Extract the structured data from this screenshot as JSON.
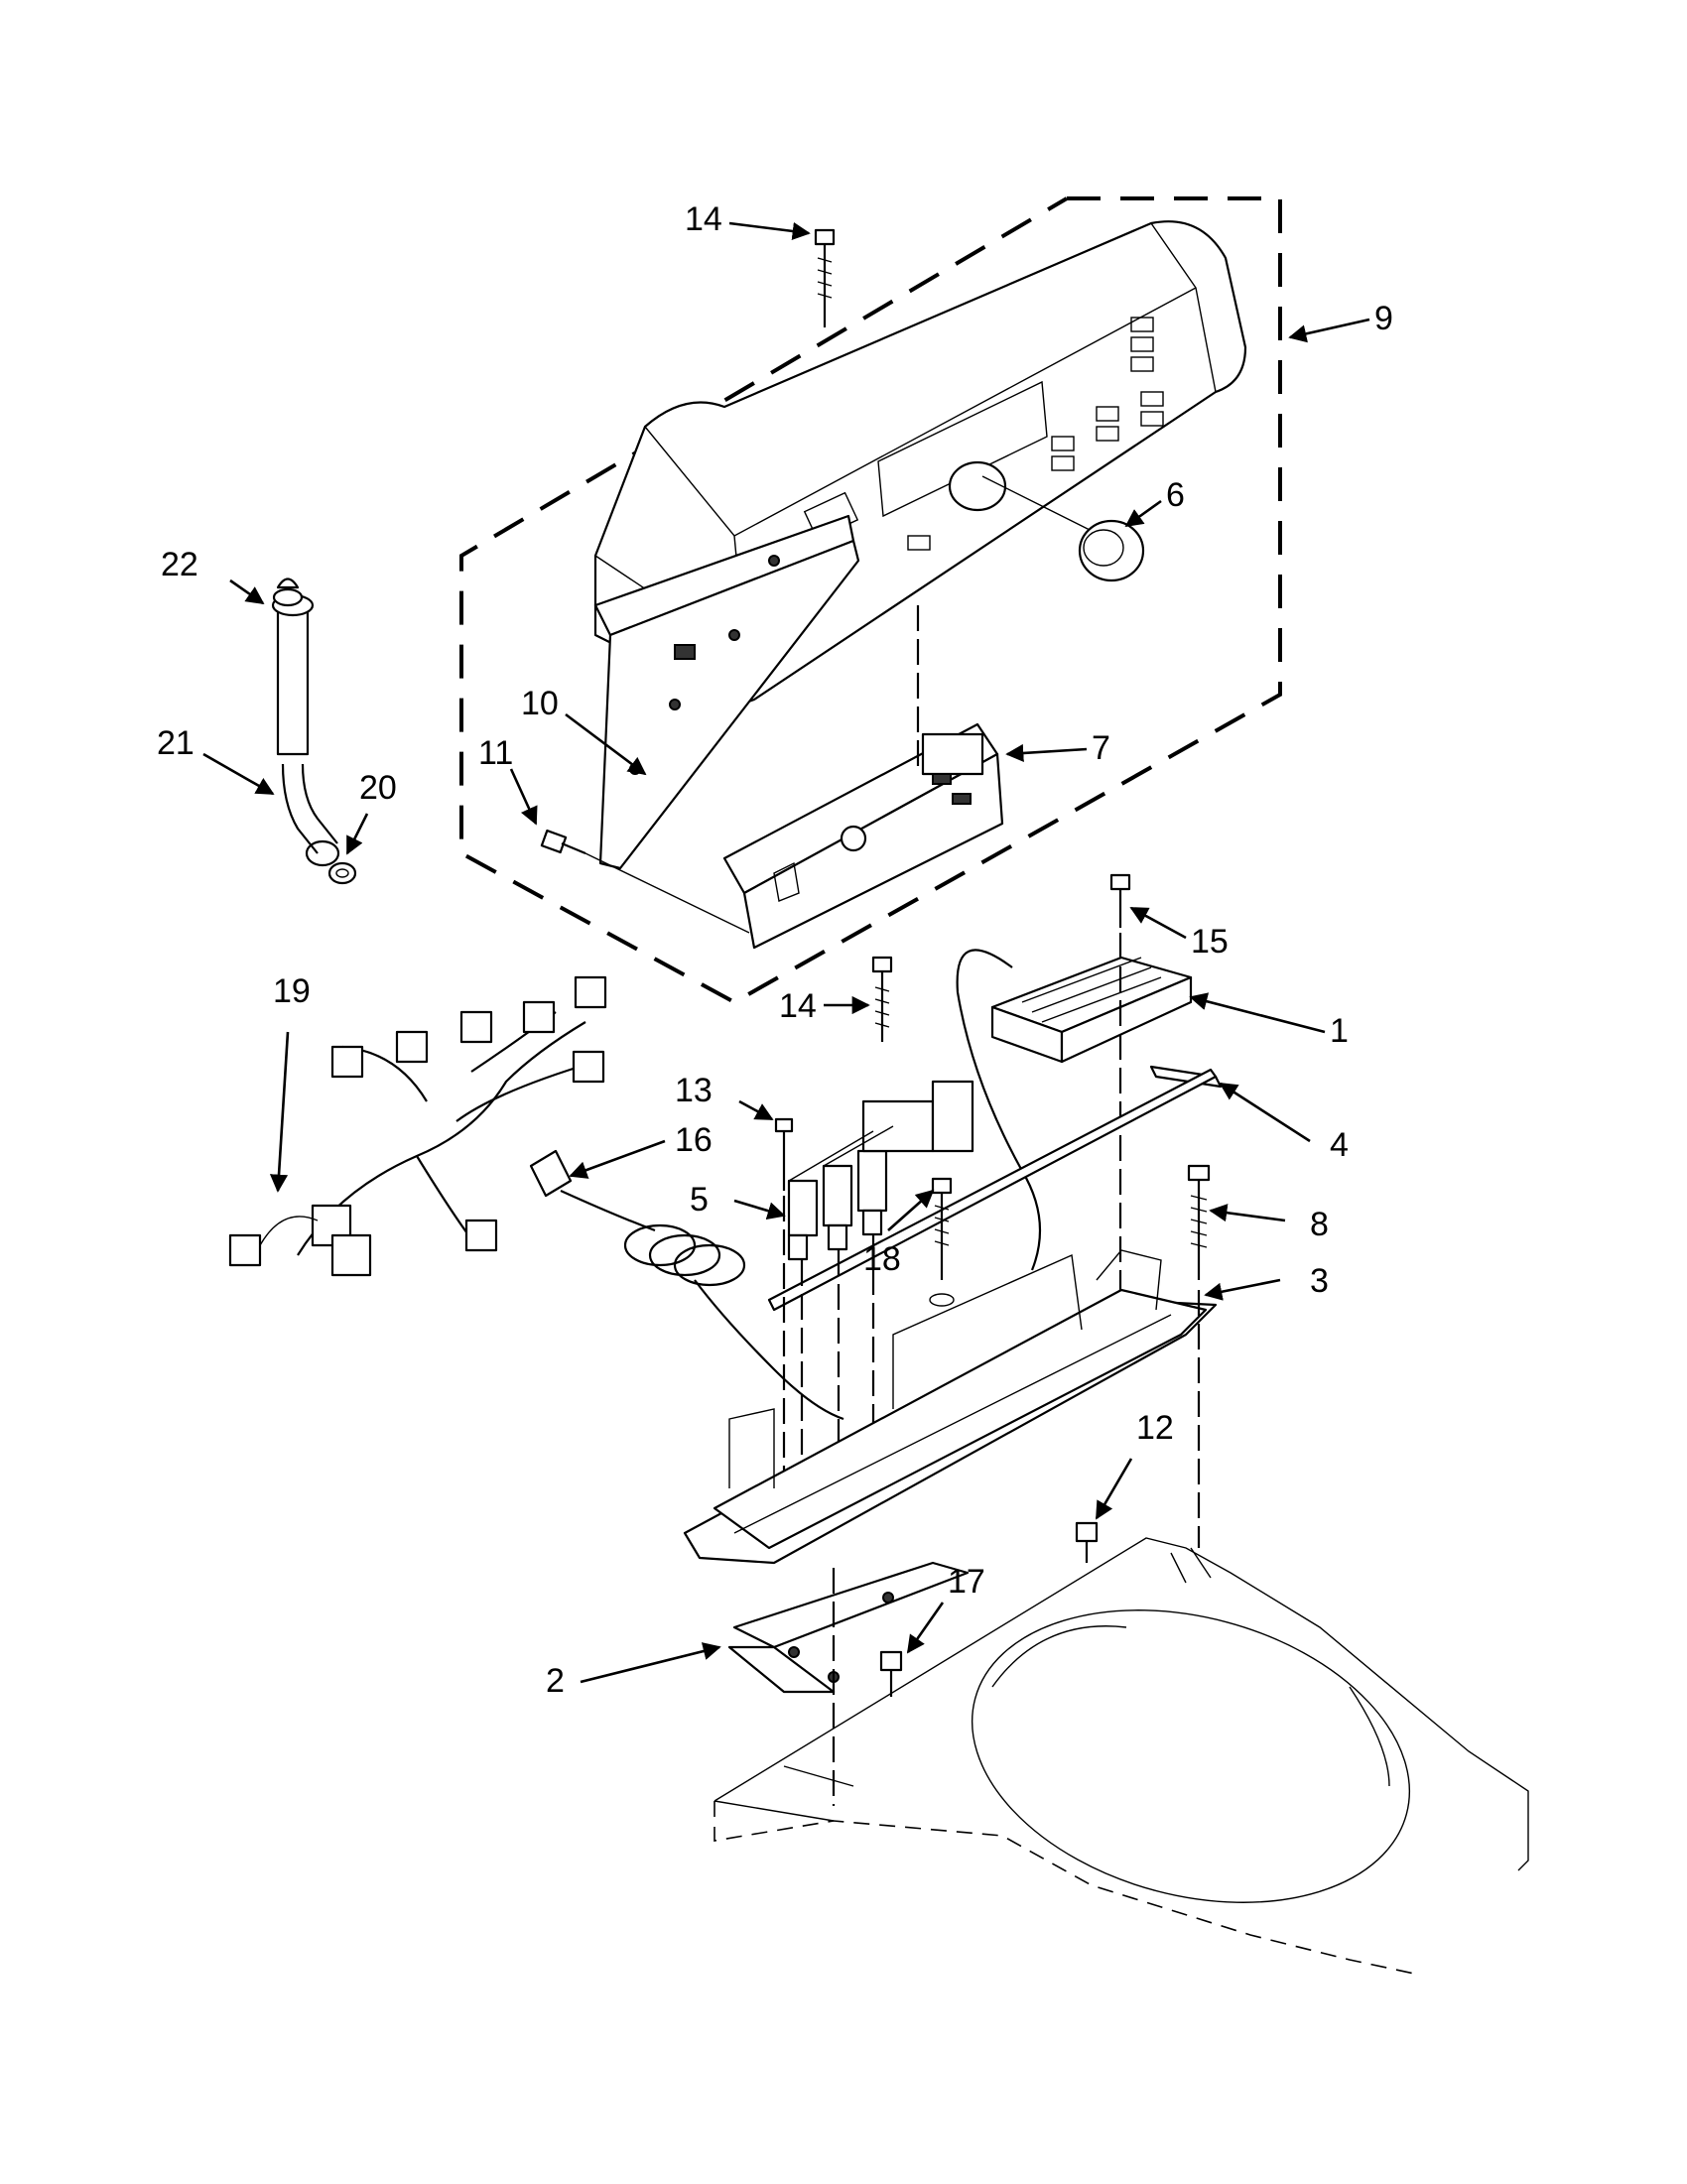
{
  "colors": {
    "ink": "#000000",
    "paper": "#ffffff"
  },
  "callouts": {
    "c1": "1",
    "c2": "2",
    "c3": "3",
    "c4": "4",
    "c5": "5",
    "c6": "6",
    "c7": "7",
    "c8": "8",
    "c9": "9",
    "c10": "10",
    "c11": "11",
    "c12": "12",
    "c13": "13",
    "c14a": "14",
    "c14b": "14",
    "c15": "15",
    "c16": "16",
    "c17": "17",
    "c18": "18",
    "c19": "19",
    "c20": "20",
    "c21": "21",
    "c22": "22"
  }
}
